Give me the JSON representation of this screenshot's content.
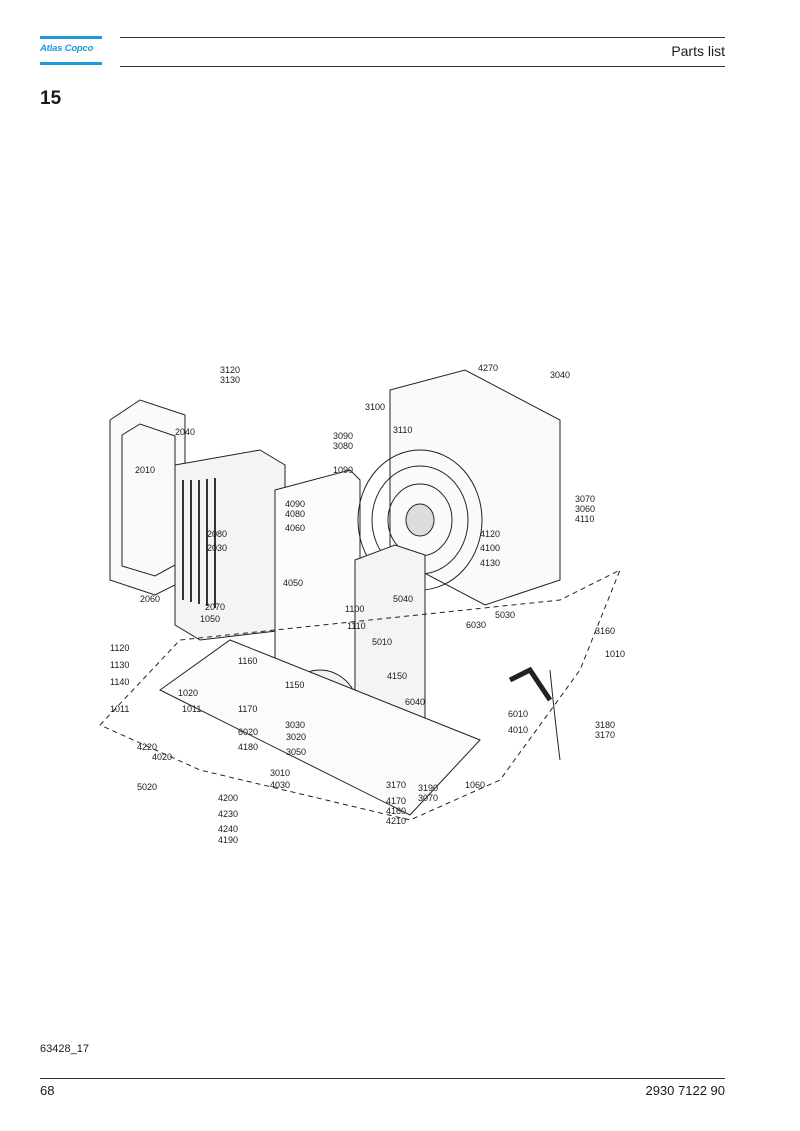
{
  "header": {
    "brand": "Atlas Copco",
    "title": "Parts list",
    "section_number": "15"
  },
  "figure": {
    "reference": "63428_17",
    "part_callouts": [
      {
        "id": "3120"
      },
      {
        "id": "3130"
      },
      {
        "id": "2040"
      },
      {
        "id": "2010"
      },
      {
        "id": "4270"
      },
      {
        "id": "3040"
      },
      {
        "id": "3100"
      },
      {
        "id": "3110"
      },
      {
        "id": "3090"
      },
      {
        "id": "3080"
      },
      {
        "id": "1090"
      },
      {
        "id": "4090"
      },
      {
        "id": "4080"
      },
      {
        "id": "4060"
      },
      {
        "id": "2080"
      },
      {
        "id": "2030"
      },
      {
        "id": "3070"
      },
      {
        "id": "3060"
      },
      {
        "id": "4110"
      },
      {
        "id": "4120"
      },
      {
        "id": "4100"
      },
      {
        "id": "4130"
      },
      {
        "id": "4050"
      },
      {
        "id": "2060"
      },
      {
        "id": "2070"
      },
      {
        "id": "1050"
      },
      {
        "id": "1100"
      },
      {
        "id": "5040"
      },
      {
        "id": "1110"
      },
      {
        "id": "5030"
      },
      {
        "id": "6030"
      },
      {
        "id": "5010"
      },
      {
        "id": "3160"
      },
      {
        "id": "1120"
      },
      {
        "id": "1130"
      },
      {
        "id": "1140"
      },
      {
        "id": "1160"
      },
      {
        "id": "1010"
      },
      {
        "id": "4150"
      },
      {
        "id": "1150"
      },
      {
        "id": "1020"
      },
      {
        "id": "1011"
      },
      {
        "id": "1011"
      },
      {
        "id": "1170"
      },
      {
        "id": "6040"
      },
      {
        "id": "6010"
      },
      {
        "id": "3030"
      },
      {
        "id": "6020"
      },
      {
        "id": "3020"
      },
      {
        "id": "4010"
      },
      {
        "id": "3180"
      },
      {
        "id": "3170"
      },
      {
        "id": "4220"
      },
      {
        "id": "4180"
      },
      {
        "id": "3050"
      },
      {
        "id": "4020"
      },
      {
        "id": "3010"
      },
      {
        "id": "4030"
      },
      {
        "id": "3170"
      },
      {
        "id": "3190"
      },
      {
        "id": "3070"
      },
      {
        "id": "1060"
      },
      {
        "id": "5020"
      },
      {
        "id": "4200"
      },
      {
        "id": "4170"
      },
      {
        "id": "4160"
      },
      {
        "id": "4210"
      },
      {
        "id": "4230"
      },
      {
        "id": "4240"
      },
      {
        "id": "4190"
      }
    ]
  },
  "footer": {
    "page_number": "68",
    "document_number": "2930 7122 90"
  }
}
